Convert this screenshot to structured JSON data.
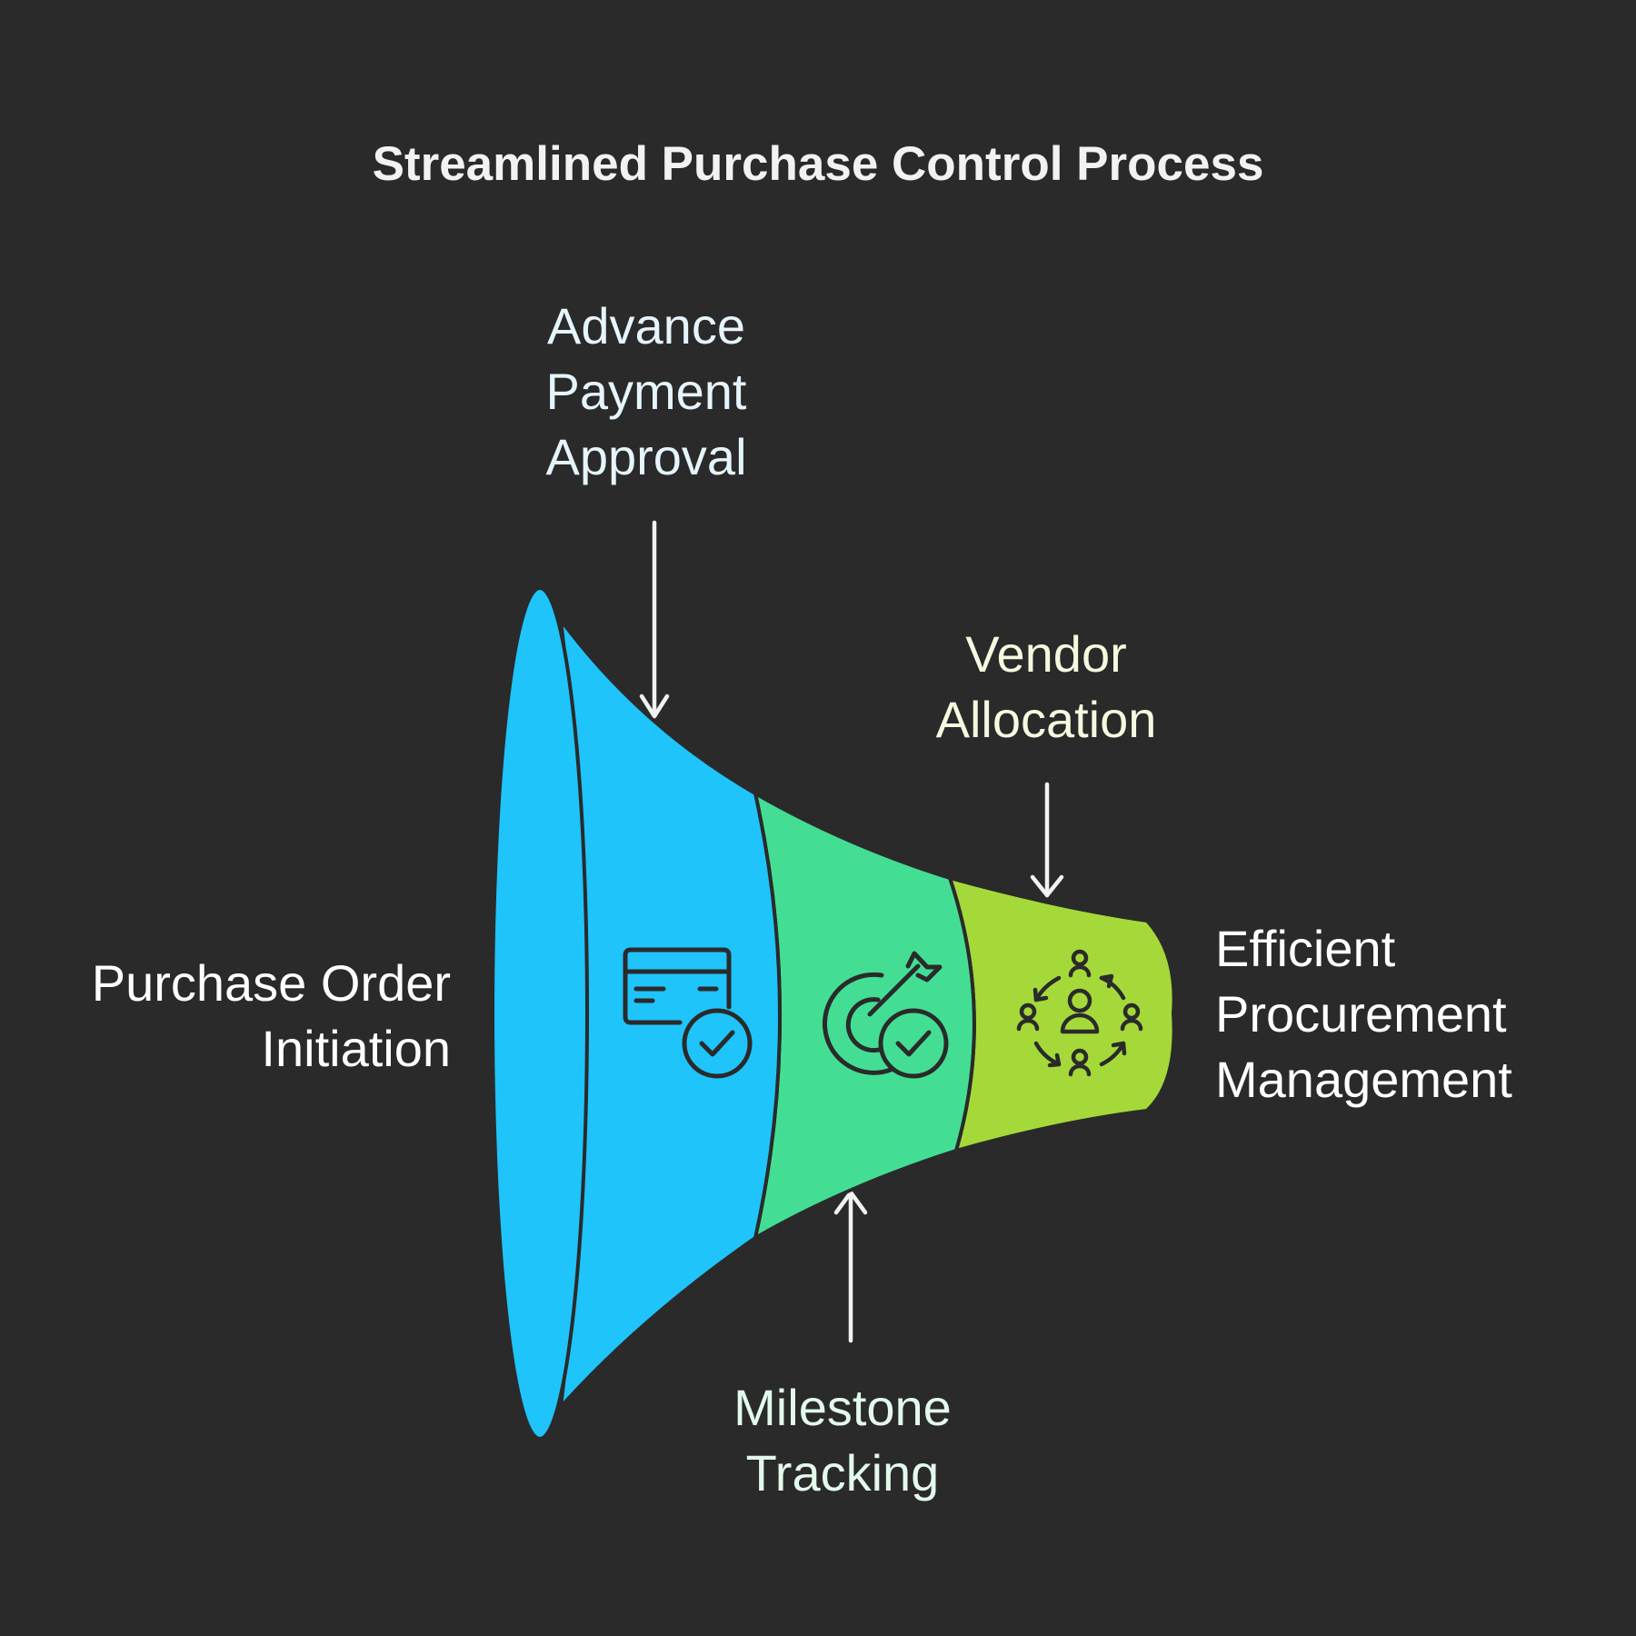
{
  "title": "Streamlined Purchase Control Process",
  "colors": {
    "background": "#2a2a2a",
    "title_text": "#f2f2f2",
    "stage_1": "#1ec4fa",
    "stage_2": "#43de94",
    "stage_3": "#a5d93a",
    "outline": "#2a2a2a",
    "arrow": "#f2f2f2"
  },
  "funnel_stages": [
    {
      "label_lines": [
        "Purchase Order",
        "Initiation"
      ],
      "label_color": "#ffffff"
    },
    {
      "label_lines": [
        "Advance",
        "Payment",
        "Approval"
      ],
      "label_color": "#e6f4fb",
      "icon": "credit-card-check-icon"
    },
    {
      "label_lines": [
        "Milestone",
        "Tracking"
      ],
      "label_color": "#e3f9ec",
      "icon": "target-check-icon"
    },
    {
      "label_lines": [
        "Vendor",
        "Allocation"
      ],
      "label_color": "#f4fadf",
      "icon": "team-network-icon"
    },
    {
      "label_lines": [
        "Efficient",
        "Procurement",
        "Management"
      ],
      "label_color": "#ffffff"
    }
  ]
}
